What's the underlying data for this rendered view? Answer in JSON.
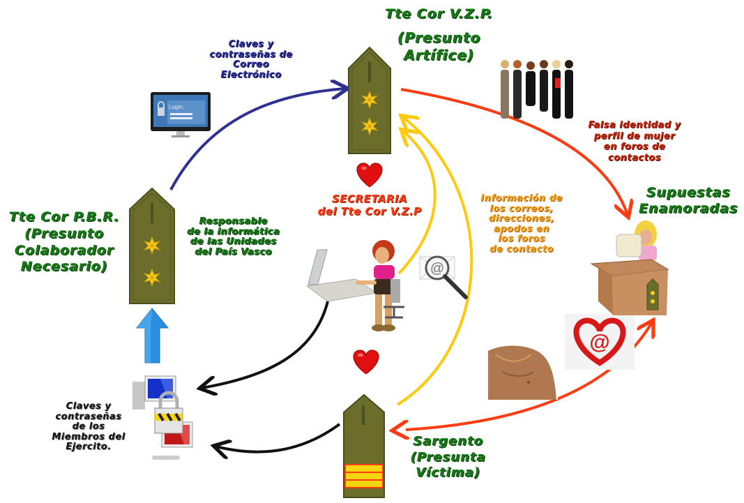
{
  "colors": {
    "green_text": "#147a14",
    "blue_arrow": "#2e3192",
    "red_arrow": "#ff3b12",
    "yellow_arrow": "#ffc90e",
    "black_arrow": "#111111",
    "epaulette": "#6b6e2b",
    "star": "#f5cf1b",
    "up_arrow": "#2a8fe0"
  },
  "nodes": {
    "vzp": {
      "name": "Tte Cor V.Z.P.",
      "role_line1": "(Presunto",
      "role_line2": "Artífice)",
      "insignia": "epaulette-two-stars"
    },
    "pbr": {
      "name": "Tte Cor P.B.R.",
      "role_line1": "(Presunto",
      "role_line2": "Colaborador",
      "role_line3": "Necesario)",
      "insignia": "epaulette-two-stars",
      "description": [
        "Responsable",
        "de la informática",
        "de las Unidades",
        "del País Vasco"
      ]
    },
    "secretaria": {
      "title_line1": "SECRETARIA",
      "title_line2": "del Tte Cor V.Z.P",
      "figure": "secretary-at-computer"
    },
    "sargento": {
      "name": "Sargento",
      "role_line1": "(Presunta",
      "role_line2": "Víctima)",
      "insignia": "epaulette-three-stripes"
    },
    "enamoradas": {
      "line1": "Supuestas",
      "line2": "Enamoradas",
      "figure": "woman-at-desk"
    }
  },
  "annotations": {
    "email_credentials": [
      "Claves y",
      "contraseñas de",
      "Correo",
      "Electrónico"
    ],
    "login_screen_text": "Login:",
    "false_identity": [
      "Falsa identidad y",
      "perfil de mujer",
      "en foros de",
      "contactos"
    ],
    "email_info": [
      "Información de",
      "los correos,",
      "direcciones,",
      "apodos en",
      "los foros",
      "de contacto"
    ],
    "army_credentials": [
      "Claves y",
      "contraseñas",
      "de los",
      "Miembros del",
      "Ejercito."
    ]
  },
  "icons": {
    "login_monitor": "login-monitor-icon",
    "women_group": "women-group-photo",
    "email_search": "email-magnifier-icon",
    "heart_email": "heart-at-icon",
    "torso": "male-torso-photo",
    "networked_pcs": "locked-network-computers-icon",
    "heart": "heart-icon",
    "up_arrow": "up-arrow-icon"
  },
  "connections": [
    {
      "from": "pbr",
      "to": "vzp",
      "color": "blue",
      "meaning": "email credentials"
    },
    {
      "from": "vzp",
      "to": "enamoradas",
      "color": "red",
      "meaning": "false identity"
    },
    {
      "from": "sargento",
      "to": "enamoradas",
      "color": "red",
      "meaning": "two-way contact"
    },
    {
      "from": "secretaria",
      "to": "vzp",
      "color": "yellow",
      "meaning": "information"
    },
    {
      "from": "sargento",
      "to": "vzp",
      "color": "yellow",
      "meaning": "information"
    },
    {
      "from": "secretaria",
      "to": "networked_pcs",
      "color": "black"
    },
    {
      "from": "sargento",
      "to": "networked_pcs",
      "color": "black"
    },
    {
      "from": "networked_pcs",
      "to": "pbr",
      "color": "blue-up"
    }
  ]
}
